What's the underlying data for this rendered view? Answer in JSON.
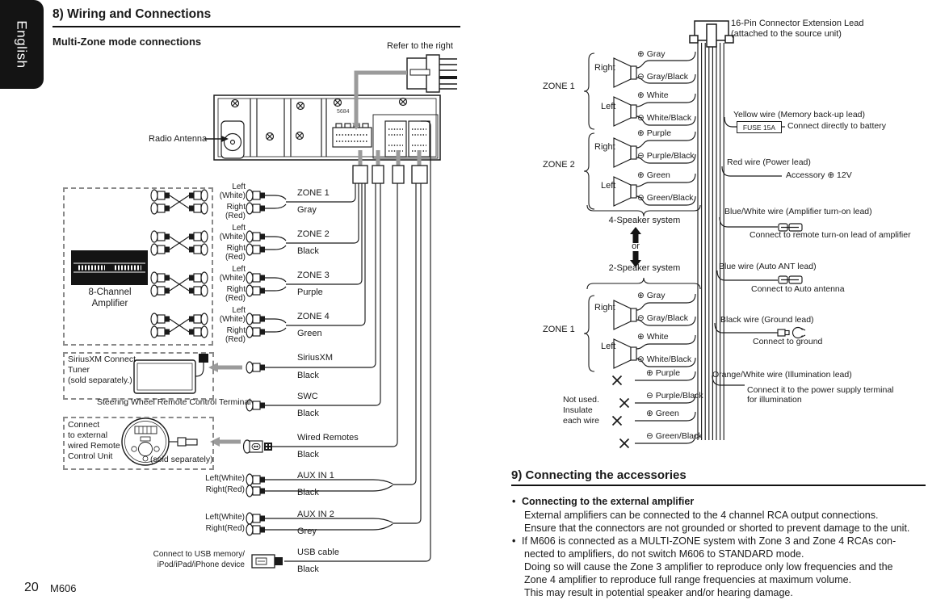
{
  "page": {
    "language_tab": "English",
    "page_number": "20",
    "model": "M606"
  },
  "section8": {
    "title": "8) Wiring and Connections",
    "subtitle": "Multi-Zone mode connections",
    "refer_note": "Refer to the right",
    "radio_antenna": "Radio Antenna",
    "unit_label": "5684"
  },
  "left": {
    "amplifier": {
      "line1": "8-Channel",
      "line2": "Amplifier"
    },
    "zones": [
      {
        "name": "ZONE 1",
        "color": "Gray",
        "left": "Left",
        "left_color": "(White)",
        "right": "Right",
        "right_color": "(Red)"
      },
      {
        "name": "ZONE 2",
        "color": "Black",
        "left": "Left",
        "left_color": "(White)",
        "right": "Right",
        "right_color": "(Red)"
      },
      {
        "name": "ZONE 3",
        "color": "Purple",
        "left": "Left",
        "left_color": "(White)",
        "right": "Right",
        "right_color": "(Red)"
      },
      {
        "name": "ZONE 4",
        "color": "Green",
        "left": "Left",
        "left_color": "(White)",
        "right": "Right",
        "right_color": "(Red)"
      }
    ],
    "siriusxm_box": {
      "line1": "SiriusXM Connect",
      "line2": "Tuner",
      "line3": "(sold separately.)"
    },
    "swc_terminal": "Steering Wheel Remote Control Terminal",
    "remote_box": {
      "line1": "Connect",
      "line2": "to external",
      "line3": "wired Remote",
      "line4": "Control Unit",
      "sold": "(sold separately)"
    },
    "wires": [
      {
        "name": "SiriusXM",
        "color": "Black"
      },
      {
        "name": "SWC",
        "color": "Black"
      },
      {
        "name": "Wired Remotes",
        "color": "Black"
      },
      {
        "name": "AUX IN 1",
        "color": "Black",
        "left": "Left(White)",
        "right": "Right(Red)"
      },
      {
        "name": "AUX IN 2",
        "color": "Grey",
        "left": "Left(White)",
        "right": "Right(Red)"
      },
      {
        "name": "USB cable",
        "color": "Black"
      }
    ],
    "usb_note": {
      "line1": "Connect to USB memory/",
      "line2": "iPod/iPad/iPhone device"
    }
  },
  "right": {
    "lead_label": {
      "line1": "16-Pin Connector Extension Lead",
      "line2": "(attached to the source unit)"
    },
    "speaker_groups": [
      {
        "zone": "ZONE 1",
        "right": "Right",
        "left": "Left",
        "wires": [
          "⊕ Gray",
          "⊖ Gray/Black",
          "⊕ White",
          "⊖ White/Black"
        ]
      },
      {
        "zone": "ZONE 2",
        "right": "Right",
        "left": "Left",
        "wires": [
          "⊕ Purple",
          "⊖ Purple/Black",
          "⊕ Green",
          "⊖ Green/Black"
        ]
      },
      {
        "zone": "ZONE 1",
        "right": "Right",
        "left": "Left",
        "wires": [
          "⊕ Gray",
          "⊖ Gray/Black",
          "⊕ White",
          "⊖ White/Black"
        ]
      }
    ],
    "system_4": "4-Speaker system",
    "or": "or",
    "system_2": "2-Speaker system",
    "not_used": {
      "line1": "Not used.",
      "line2": "Insulate",
      "line3": "each wire",
      "wires": [
        "⊕ Purple",
        "⊖ Purple/Black",
        "⊕ Green",
        "⊖ Green/Black"
      ]
    },
    "leads": [
      {
        "name": "Yellow wire (Memory back-up lead)",
        "fuse": "FUSE 15A",
        "note": "Connect directly to battery"
      },
      {
        "name": "Red wire (Power lead)",
        "note": "Accessory  ⊕ 12V"
      },
      {
        "name": "Blue/White wire (Amplifier turn-on lead)",
        "note": "Connect to remote turn-on lead of amplifier"
      },
      {
        "name": "Blue wire (Auto ANT lead)",
        "note": "Connect to Auto antenna"
      },
      {
        "name": "Black wire (Ground lead)",
        "note": "Connect to ground"
      },
      {
        "name": "Orange/White wire (Illumination lead)",
        "note": "Connect it to the power supply terminal",
        "note2": "for illumination"
      }
    ]
  },
  "section9": {
    "title": "9) Connecting the accessories",
    "bullet": "•",
    "bullet1_title": "Connecting to the external amplifier",
    "b1_line1": "External amplifiers can be connected to the 4 channel RCA output connections.",
    "b1_line2": "Ensure that the connectors are not grounded or shorted to prevent damage to the unit.",
    "b2_line1": "If M606 is connected as a MULTI-ZONE system with Zone 3 and Zone 4 RCAs con-",
    "b2_line2": "nected to amplifiers, do not switch M606 to STANDARD mode.",
    "b2_line3": "Doing so will cause the Zone 3 amplifier to reproduce only low frequencies and the",
    "b2_line4": "Zone 4 amplifier to reproduce full range frequencies at maximum volume.",
    "b2_line5": "This may result in potential speaker and/or hearing damage."
  }
}
